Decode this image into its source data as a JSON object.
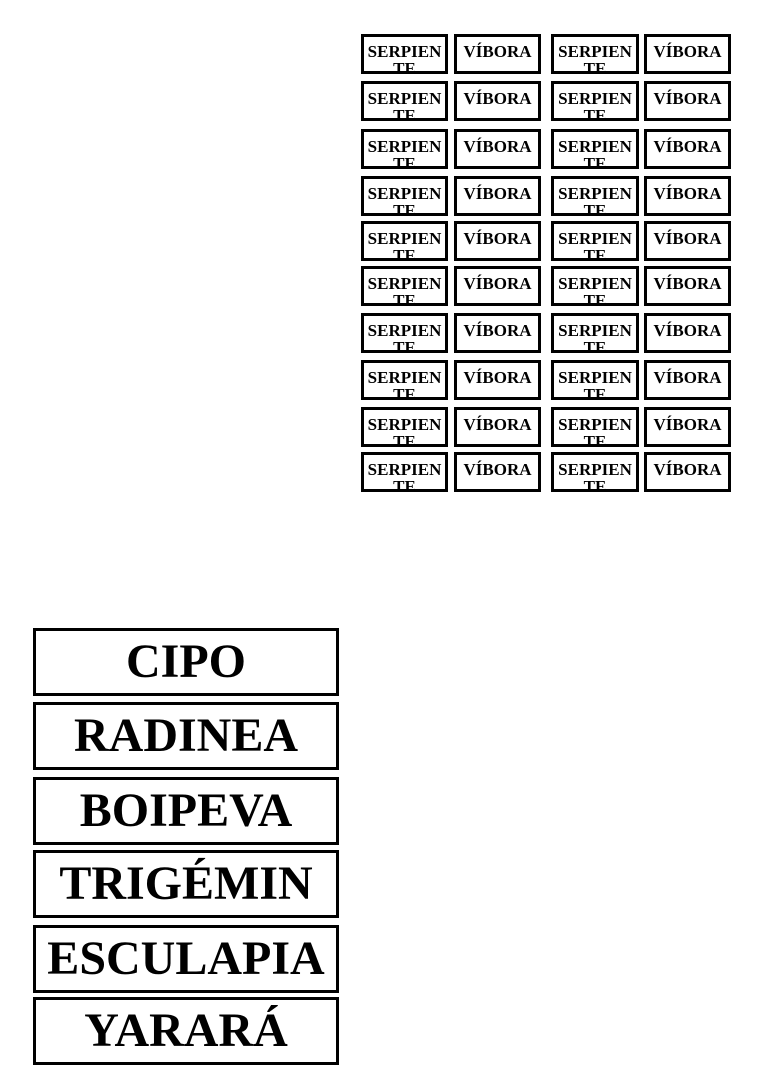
{
  "card_grid": {
    "rows": [
      [
        "SERPIENTE",
        "VÍBORA",
        "SERPIENTE",
        "VÍBORA"
      ],
      [
        "SERPIENTE",
        "VÍBORA",
        "SERPIENTE",
        "VÍBORA"
      ],
      [
        "SERPIENTE",
        "VÍBORA",
        "SERPIENTE",
        "VÍBORA"
      ],
      [
        "SERPIENTE",
        "VÍBORA",
        "SERPIENTE",
        "VÍBORA"
      ],
      [
        "SERPIENTE",
        "VÍBORA",
        "SERPIENTE",
        "VÍBORA"
      ],
      [
        "SERPIENTE",
        "VÍBORA",
        "SERPIENTE",
        "VÍBORA"
      ],
      [
        "SERPIENTE",
        "VÍBORA",
        "SERPIENTE",
        "VÍBORA"
      ],
      [
        "SERPIENTE",
        "VÍBORA",
        "SERPIENTE",
        "VÍBORA"
      ],
      [
        "SERPIENTE",
        "VÍBORA",
        "SERPIENTE",
        "VÍBORA"
      ],
      [
        "SERPIENTE",
        "VÍBORA",
        "SERPIENTE",
        "VÍBORA"
      ]
    ]
  },
  "word_list": {
    "items": [
      "CIPO",
      "RADINEA",
      "BOIPEVA",
      "TRIGÉMIN",
      "ESCULAPIA",
      "YARARÁ"
    ]
  }
}
